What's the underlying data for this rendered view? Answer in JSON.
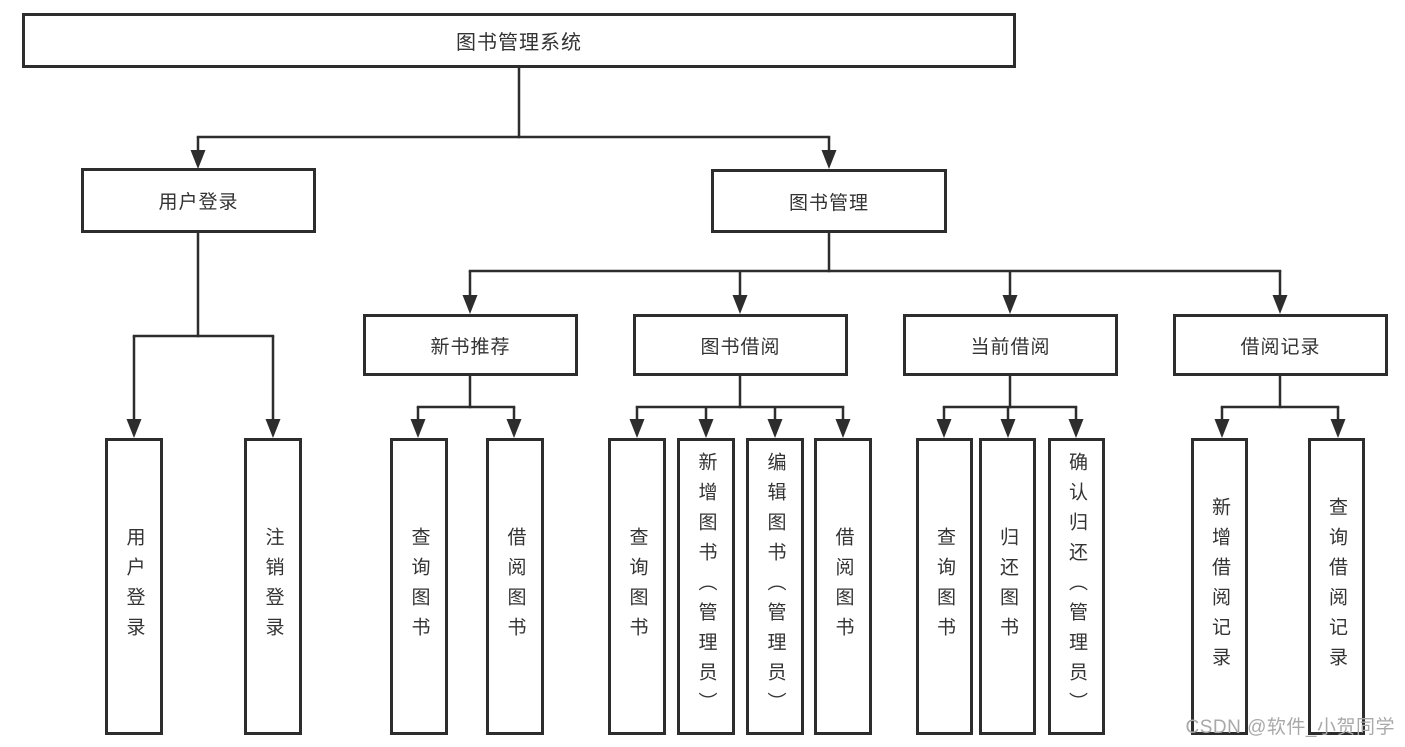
{
  "diagram": {
    "root": {
      "label": "图书管理系统",
      "children": [
        {
          "label": "用户登录",
          "children": [
            {
              "label": "用户登录"
            },
            {
              "label": "注销登录"
            }
          ]
        },
        {
          "label": "图书管理",
          "children": [
            {
              "label": "新书推荐",
              "children": [
                {
                  "label": "查询图书"
                },
                {
                  "label": "借阅图书"
                }
              ]
            },
            {
              "label": "图书借阅",
              "children": [
                {
                  "label": "查询图书"
                },
                {
                  "label": "新增图书（管理员）"
                },
                {
                  "label": "编辑图书（管理员）"
                },
                {
                  "label": "借阅图书"
                }
              ]
            },
            {
              "label": "当前借阅",
              "children": [
                {
                  "label": "查询图书"
                },
                {
                  "label": "归还图书"
                },
                {
                  "label": "确认归还（管理员）"
                }
              ]
            },
            {
              "label": "借阅记录",
              "children": [
                {
                  "label": "新增借阅记录"
                },
                {
                  "label": "查询借阅记录"
                }
              ]
            }
          ]
        }
      ]
    }
  },
  "watermark": {
    "text": "CSDN @软件_小贺同学"
  },
  "colors": {
    "line": "#2d2d2d",
    "node_border": "#2d2d2d",
    "text": "#333333",
    "watermark": "#a9a9a9",
    "background": "#ffffff"
  }
}
